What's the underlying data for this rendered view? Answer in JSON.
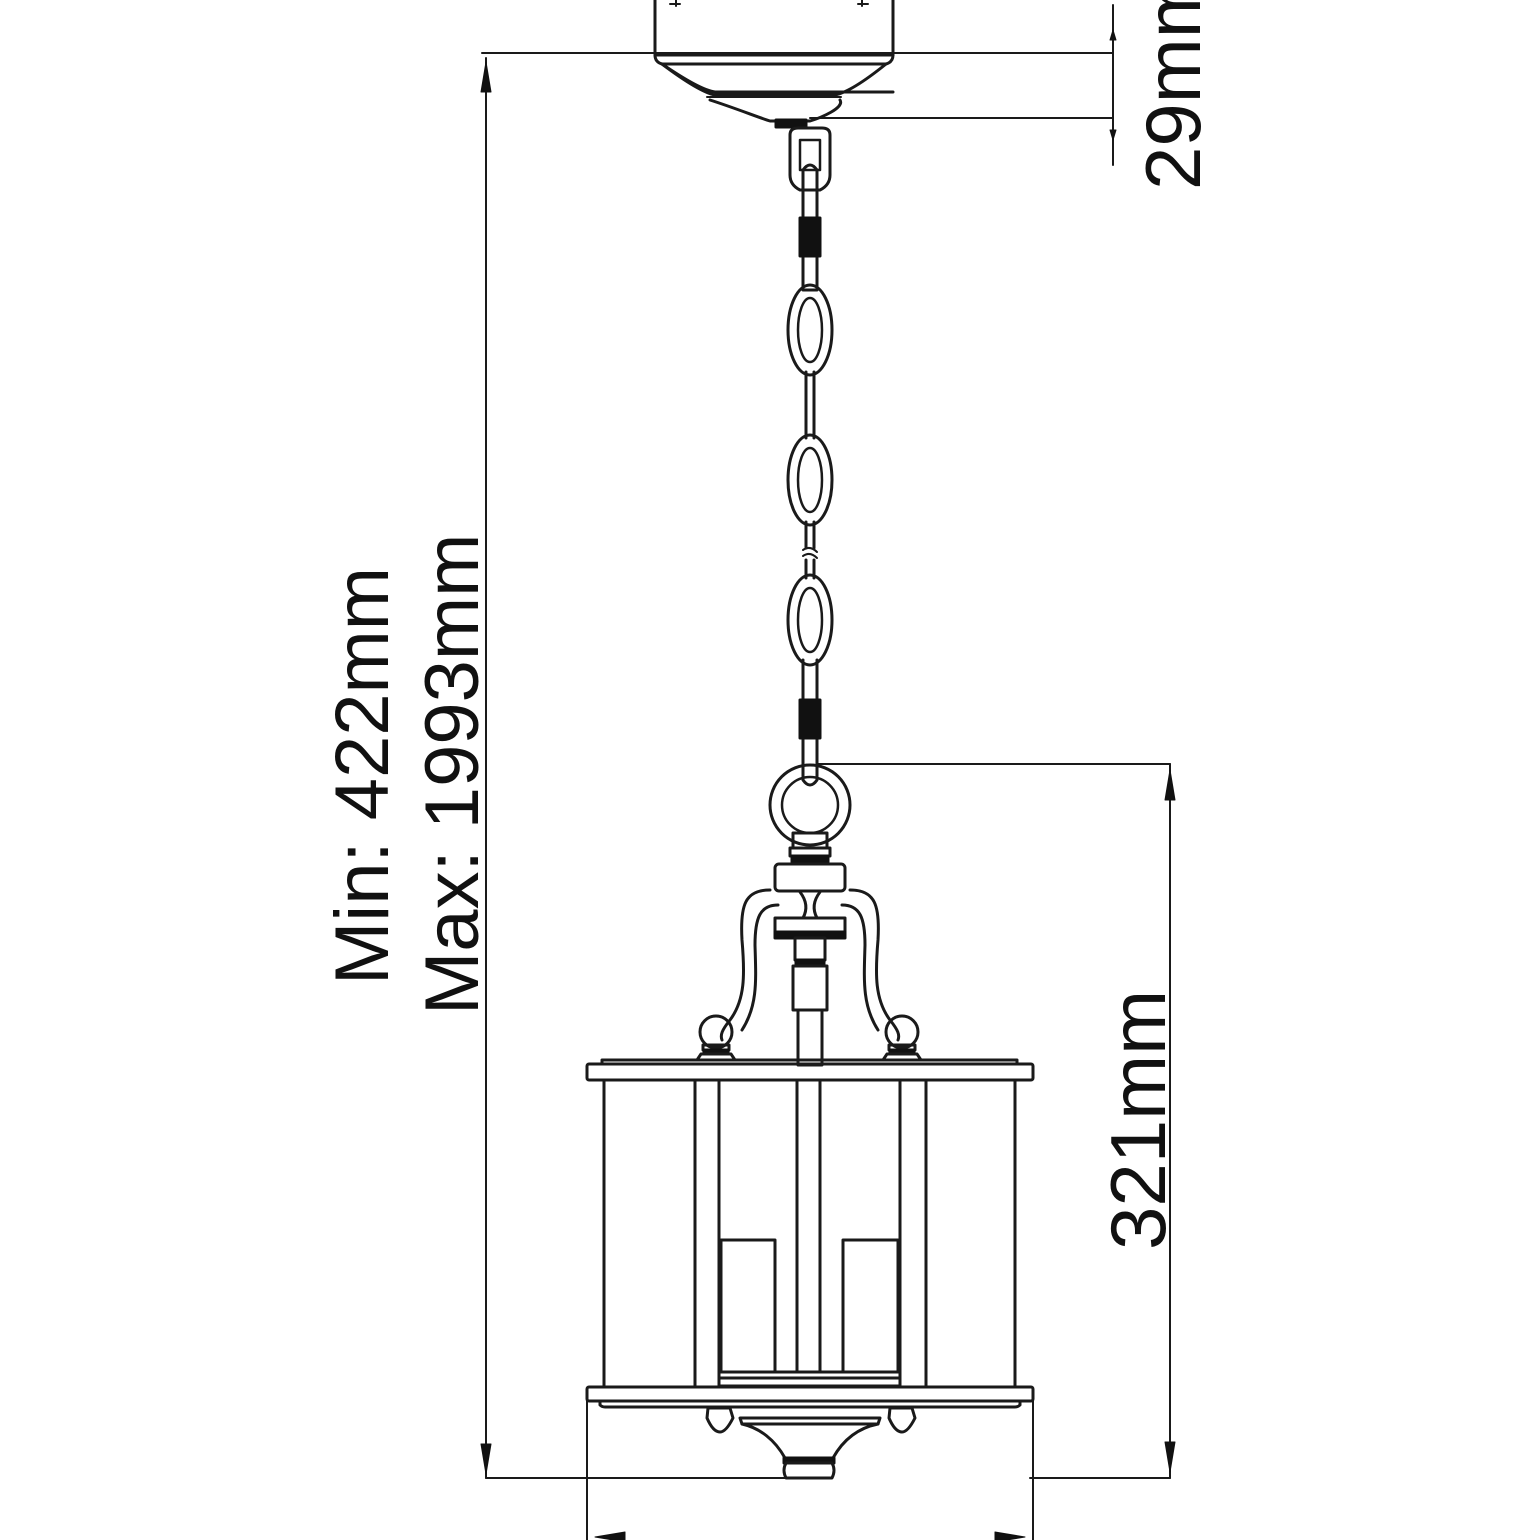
{
  "diagram": {
    "subject": "Pendant lantern with chain suspension — dimension drawing",
    "colors": {
      "line": "#1a1a1a",
      "background": "#ffffff",
      "fill_dark": "#111111"
    },
    "dimensions": {
      "canopy_height": {
        "label": "29mm"
      },
      "overall_drop": {
        "min_label": "Min: 422mm",
        "max_label": "Max: 1993mm"
      },
      "lantern_body_height": {
        "label": "321mm"
      }
    },
    "components": [
      {
        "name": "ceiling-canopy"
      },
      {
        "name": "chain"
      },
      {
        "name": "swivel-ring"
      },
      {
        "name": "arm-frame"
      },
      {
        "name": "lantern-cage"
      },
      {
        "name": "candle-sleeves"
      },
      {
        "name": "bottom-finial"
      }
    ]
  }
}
